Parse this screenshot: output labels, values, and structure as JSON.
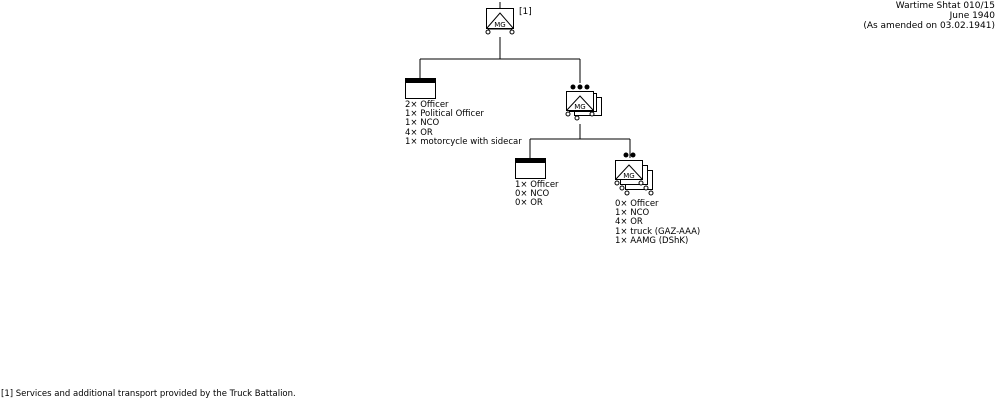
{
  "header": {
    "line1": "Wartime Shtat 010/15",
    "line2": "June 1940",
    "line3": "(As amended on 03.02.1941)"
  },
  "hq": {
    "symbol_label": "MG",
    "note_ref": "[1]"
  },
  "command_section": {
    "lines": [
      "2× Officer",
      "1× Political Officer",
      "1× NCO",
      "4× OR",
      "1× motorcycle with sidecar"
    ]
  },
  "company": {
    "symbol_label": "MG",
    "echelon": "●●●"
  },
  "platoon_hq": {
    "lines": [
      "1× Officer",
      "0× NCO",
      "0× OR"
    ]
  },
  "platoon": {
    "symbol_label": "MG",
    "echelon": "●●",
    "lines": [
      "0× Officer",
      "1× NCO",
      "4× OR",
      "1× truck (GAZ-AAA)",
      "1× AAMG (DShK)"
    ]
  },
  "footnote": "[1] Services and additional transport provided by the Truck Battalion."
}
